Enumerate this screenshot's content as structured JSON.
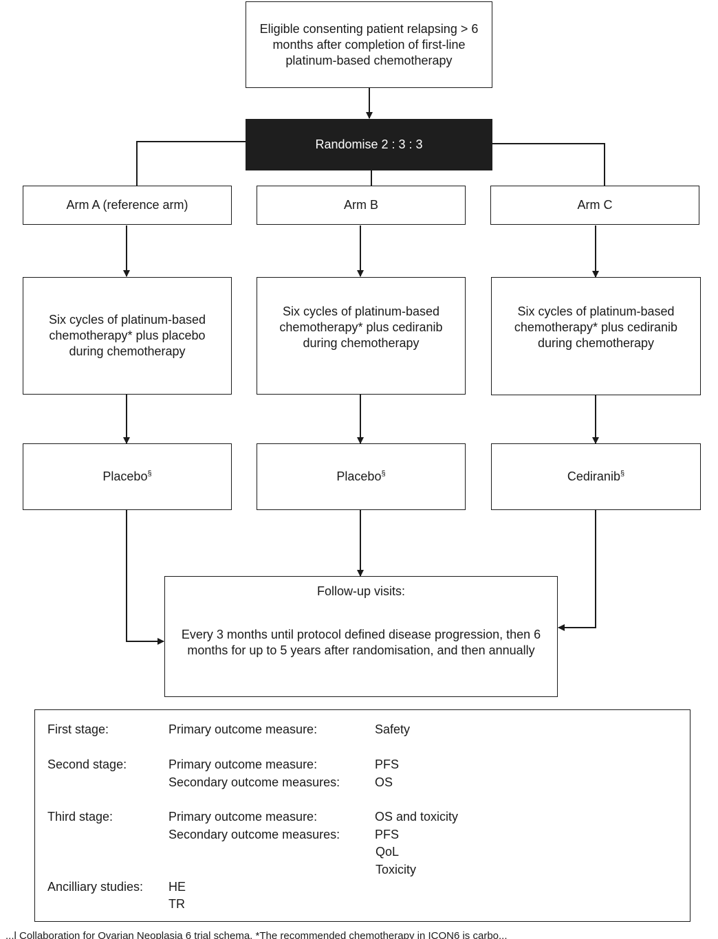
{
  "nodes": {
    "eligible": "Eligible consenting patient relapsing > 6 months after completion of first-line platinum-based chemotherapy",
    "randomise": "Randomise 2 : 3 : 3",
    "arm_a": "Arm A (reference arm)",
    "arm_b": "Arm B",
    "arm_c": "Arm C",
    "chemo_a": "Six cycles of platinum-based chemotherapy* plus placebo during chemotherapy",
    "chemo_b": "Six cycles of platinum-based chemotherapy* plus cediranib during chemotherapy",
    "chemo_c": "Six cycles of platinum-based chemotherapy* plus cediranib during chemotherapy",
    "maint_a": "Placebo",
    "maint_b": "Placebo",
    "maint_c": "Cediranib",
    "maint_mark": "§",
    "followup_title": "Follow-up visits:",
    "followup_body": "Every 3 months until protocol defined disease progression, then 6 months for up to 5 years after randomisation, and then annually"
  },
  "outcomes": {
    "first_stage": "First stage:",
    "first_primary_label": "Primary outcome measure:",
    "first_primary_value": "Safety",
    "second_stage": "Second stage:",
    "second_primary_label": "Primary outcome measure:",
    "second_primary_value": "PFS",
    "second_secondary_label": "Secondary outcome measures:",
    "second_secondary_value": "OS",
    "third_stage": "Third stage:",
    "third_primary_label": "Primary outcome measure:",
    "third_primary_value": "OS and toxicity",
    "third_secondary_label": "Secondary outcome measures:",
    "third_secondary_values": [
      "PFS",
      "QoL",
      "Toxicity"
    ],
    "ancillary_label": "Ancilliary studies:",
    "ancillary_values": [
      "HE",
      "TR"
    ]
  },
  "caption": "...l Collaboration for Ovarian Neoplasia 6 trial schema. *The recommended chemotherapy in ICON6 is carbo..."
}
